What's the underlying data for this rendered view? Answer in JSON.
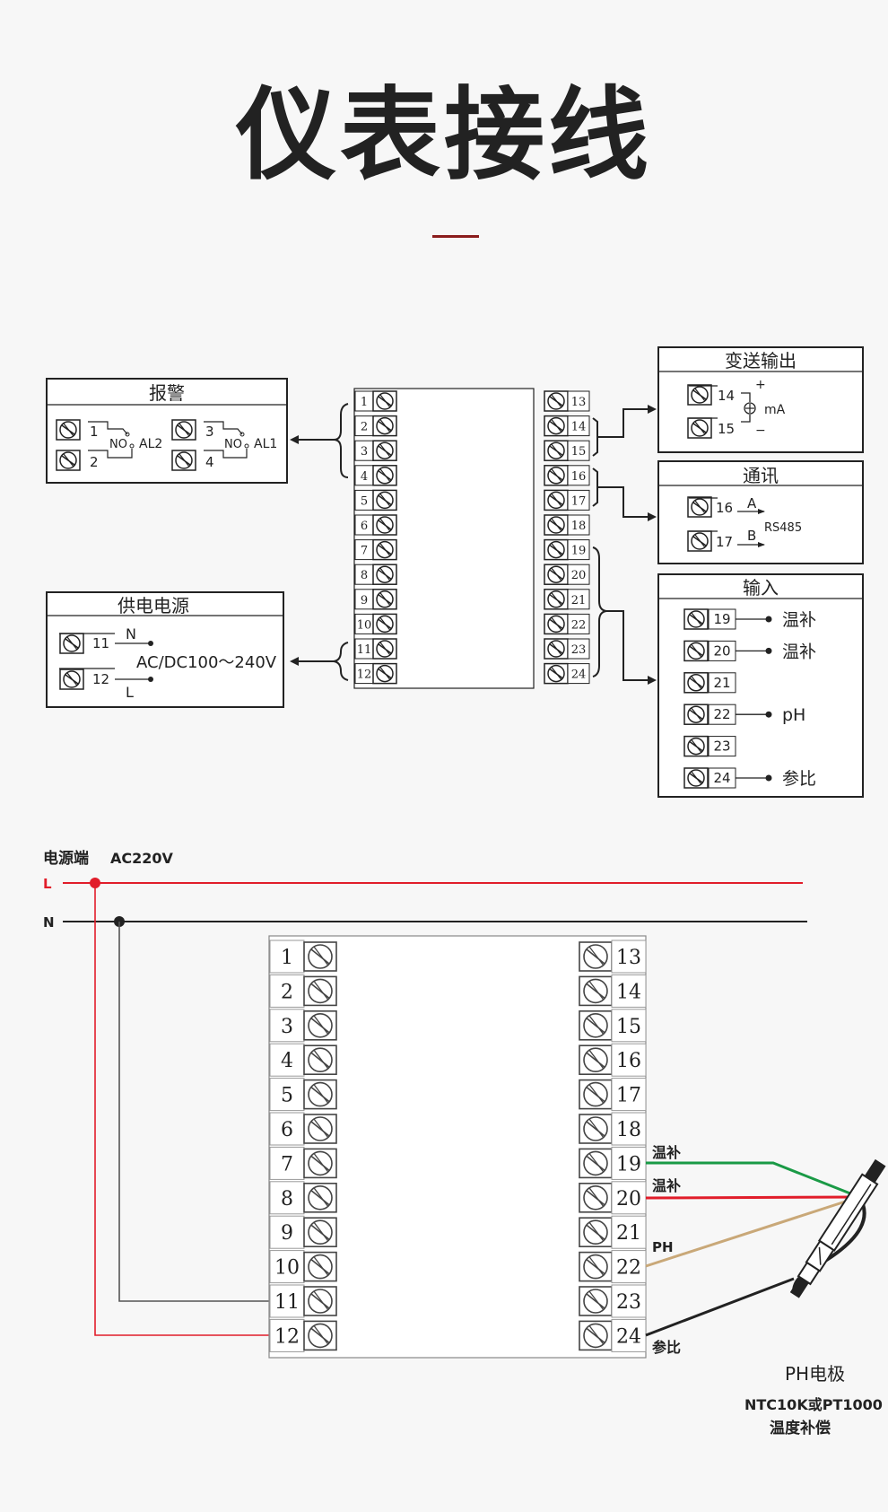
{
  "title": "仪表接线",
  "colors": {
    "title_rule": "#8b1c1c",
    "live_wire": "#e11d2a",
    "neutral_wire": "#222222",
    "temp_comp_wire_1": "#1a9a46",
    "temp_comp_wire_2": "#e11d2a",
    "ph_wire": "#c9a878",
    "ref_wire": "#222222"
  },
  "terminal_numbers_left": [
    "1",
    "2",
    "3",
    "4",
    "5",
    "6",
    "7",
    "8",
    "9",
    "10",
    "11",
    "12"
  ],
  "terminal_numbers_right": [
    "13",
    "14",
    "15",
    "16",
    "17",
    "18",
    "19",
    "20",
    "21",
    "22",
    "23",
    "24"
  ],
  "alarm": {
    "title": "报警",
    "term_a": "1",
    "term_b": "2",
    "no_label_1": "NO",
    "name_1": "AL2",
    "term_c": "3",
    "term_d": "4",
    "no_label_2": "NO",
    "name_2": "AL1"
  },
  "power": {
    "title": "供电电源",
    "term_a": "11",
    "term_b": "12",
    "n_label": "N",
    "l_label": "L",
    "spec": "AC/DC100～240V"
  },
  "transmit": {
    "title": "变送输出",
    "term_a": "14",
    "term_b": "15",
    "plus": "+",
    "minus": "−",
    "unit": "mA"
  },
  "comm": {
    "title": "通讯",
    "term_a": "16",
    "term_b": "17",
    "a_label": "A",
    "b_label": "B",
    "protocol": "RS485"
  },
  "input": {
    "title": "输入",
    "rows": [
      {
        "term": "19",
        "label": "温补"
      },
      {
        "term": "20",
        "label": "温补"
      },
      {
        "term": "21",
        "label": ""
      },
      {
        "term": "22",
        "label": "pH"
      },
      {
        "term": "23",
        "label": ""
      },
      {
        "term": "24",
        "label": "参比"
      }
    ]
  },
  "wiring": {
    "power_label": "电源端",
    "power_spec": "AC220V",
    "l_label": "L",
    "n_label": "N",
    "wire_19_label": "温补",
    "wire_20_label": "温补",
    "wire_22_label": "PH",
    "wire_24_label": "参比",
    "electrode_label": "PH电极",
    "sensor_spec": "NTC10K或PT1000",
    "sensor_note": "温度补偿"
  }
}
